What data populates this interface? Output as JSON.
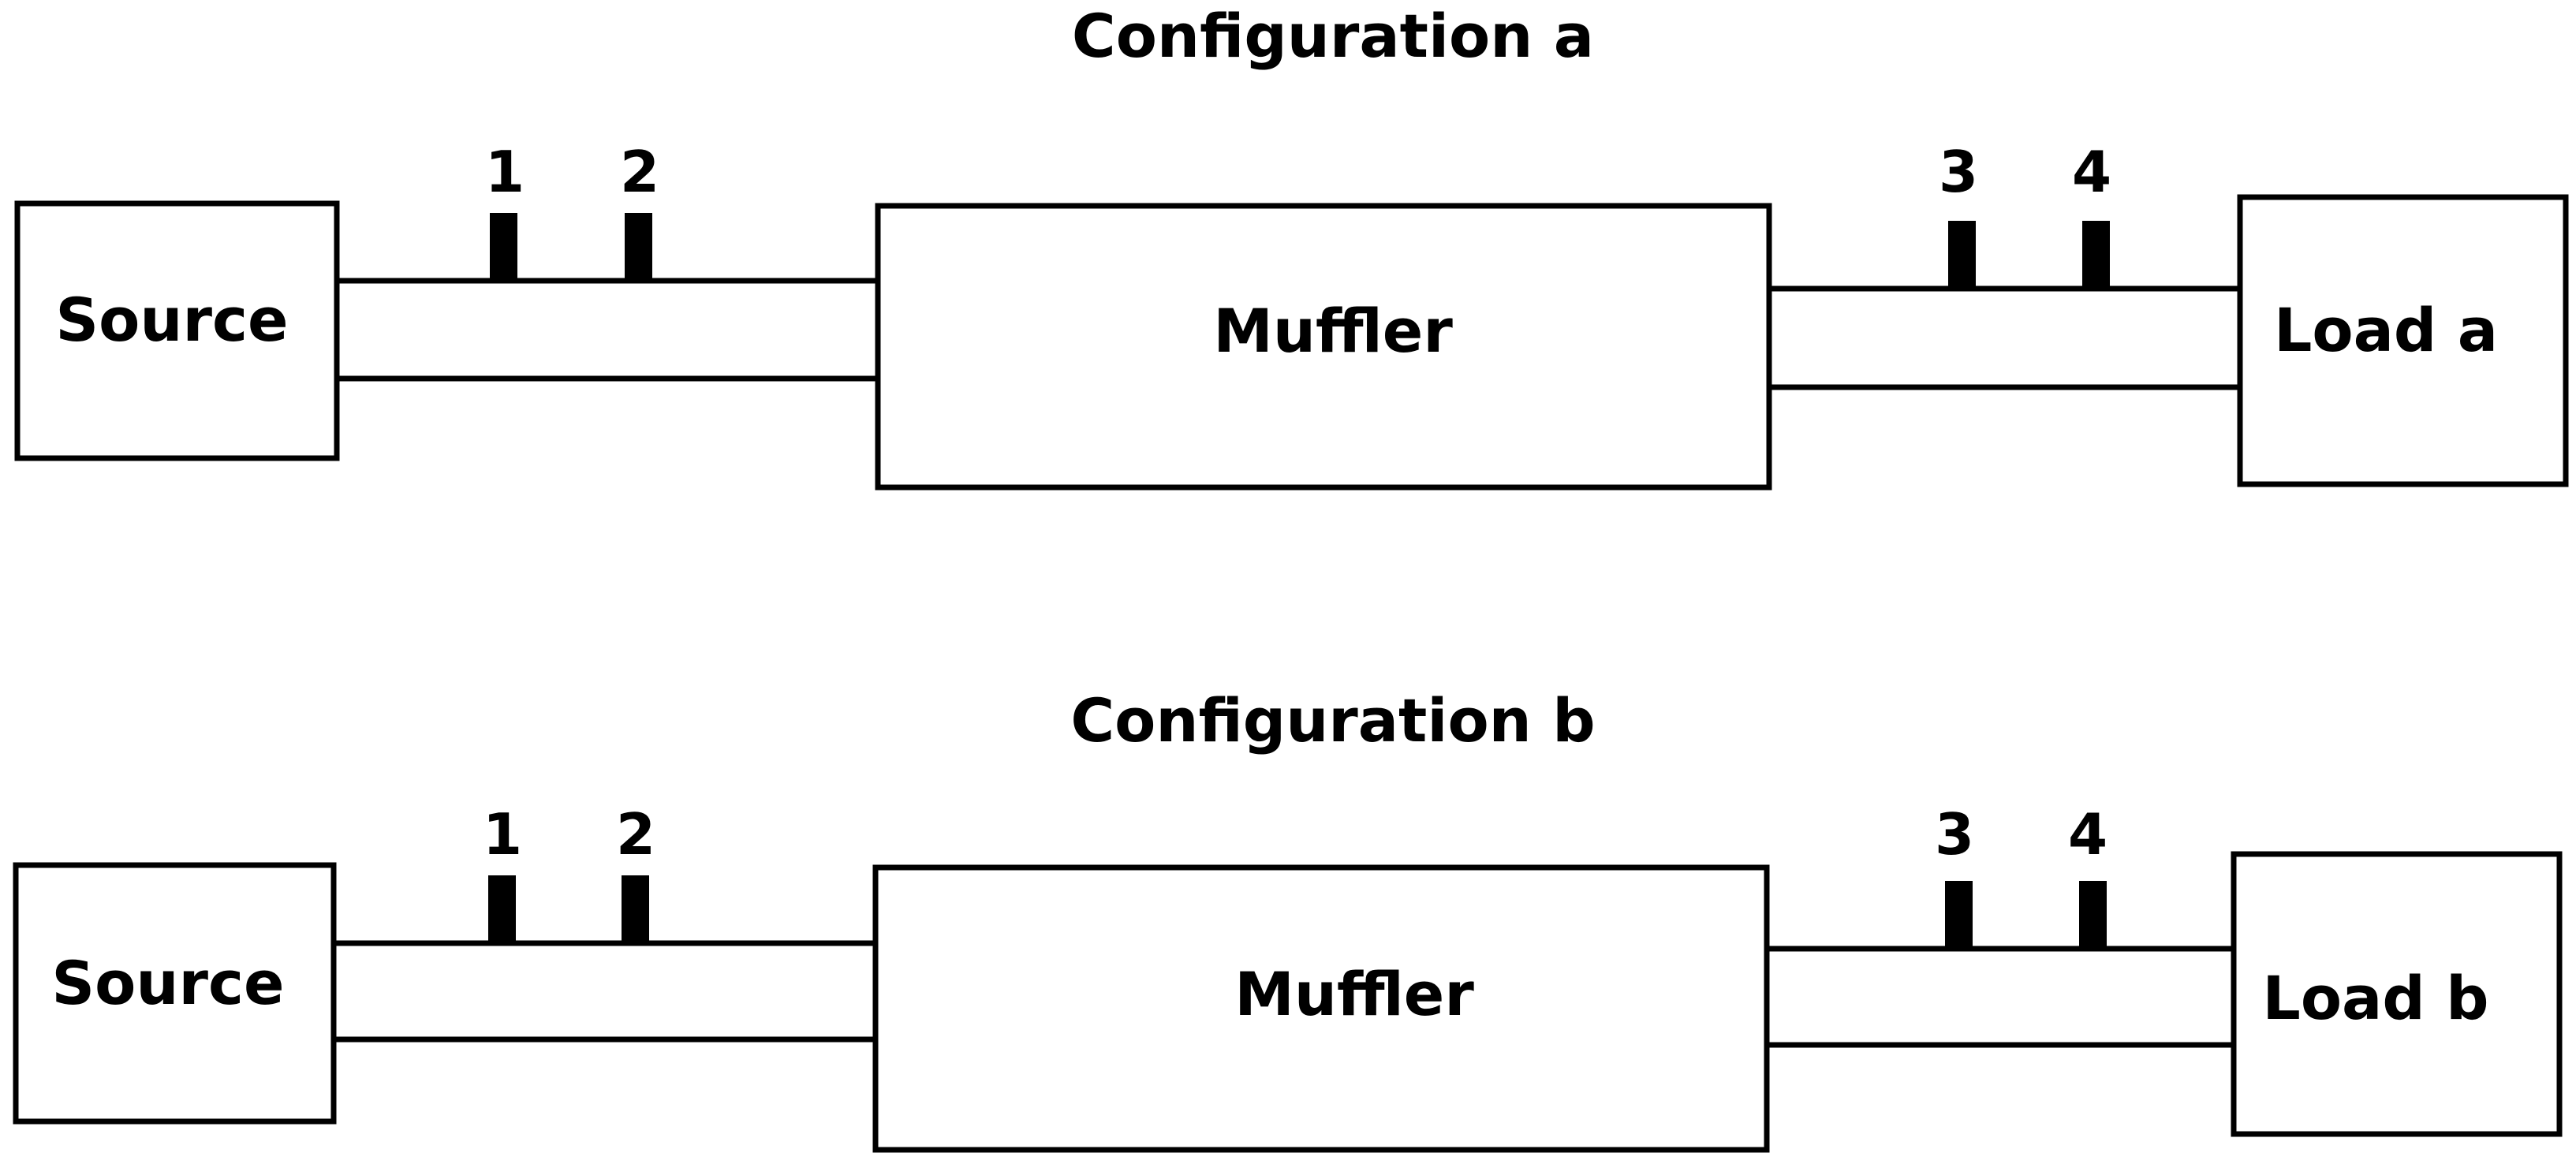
{
  "configurations": [
    {
      "title": "Configuration a",
      "source_label": "Source",
      "muffler_label": "Muffler",
      "load_label": "Load a",
      "sensor_labels": [
        "1",
        "2",
        "3",
        "4"
      ]
    },
    {
      "title": "Configuration b",
      "source_label": "Source",
      "muffler_label": "Muffler",
      "load_label": "Load b",
      "sensor_labels": [
        "1",
        "2",
        "3",
        "4"
      ]
    }
  ]
}
